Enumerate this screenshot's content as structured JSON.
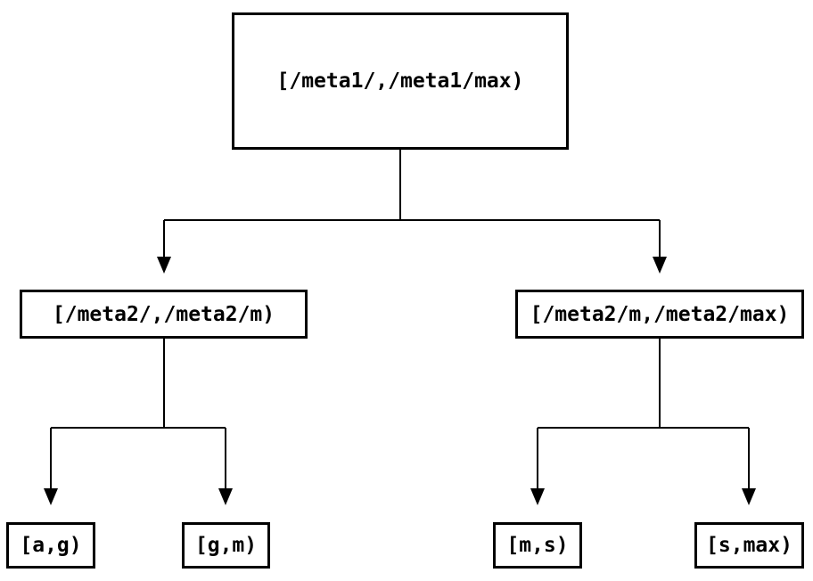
{
  "diagram": {
    "type": "interval-partition-tree",
    "colors": {
      "background": "#ffffff",
      "line": "#000000",
      "text": "#000000"
    },
    "nodes": [
      {
        "id": "root",
        "label": "[/meta1/,/meta1/max)",
        "level": 0
      },
      {
        "id": "left",
        "label": "[/meta2/,/meta2/m)",
        "level": 1
      },
      {
        "id": "right",
        "label": "[/meta2/m,/meta2/max)",
        "level": 1
      },
      {
        "id": "leaf-ag",
        "label": "[a,g)",
        "level": 2
      },
      {
        "id": "leaf-gm",
        "label": "[g,m)",
        "level": 2
      },
      {
        "id": "leaf-ms",
        "label": "[m,s)",
        "level": 2
      },
      {
        "id": "leaf-smax",
        "label": "[s,max)",
        "level": 2
      }
    ],
    "edges": [
      {
        "from": "root",
        "to": "left"
      },
      {
        "from": "root",
        "to": "right"
      },
      {
        "from": "left",
        "to": "leaf-ag"
      },
      {
        "from": "left",
        "to": "leaf-gm"
      },
      {
        "from": "right",
        "to": "leaf-ms"
      },
      {
        "from": "right",
        "to": "leaf-smax"
      }
    ]
  }
}
